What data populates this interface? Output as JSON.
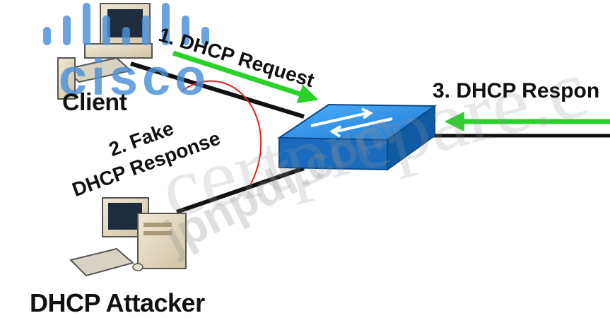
{
  "diagram": {
    "nodes": {
      "client": {
        "label": "Client"
      },
      "attacker": {
        "label": "DHCP Attacker"
      }
    },
    "arrows": {
      "request": {
        "label": "1. DHCP Request",
        "color": "#2bd12b"
      },
      "fake_line1": "2. Fake",
      "fake_line2": "DHCP Response",
      "fake_color": "#e02020",
      "response": {
        "label": "3. DHCP Respon",
        "color": "#2bd12b"
      }
    },
    "switch_color": "#1f7fd0",
    "icons": [
      "client-computer-icon",
      "attacker-computer-icon",
      "network-switch-icon"
    ]
  },
  "watermarks": {
    "logo": "cisco",
    "jpnpdf": "jpnpdf.com",
    "certprepare": "certprepare.c"
  }
}
